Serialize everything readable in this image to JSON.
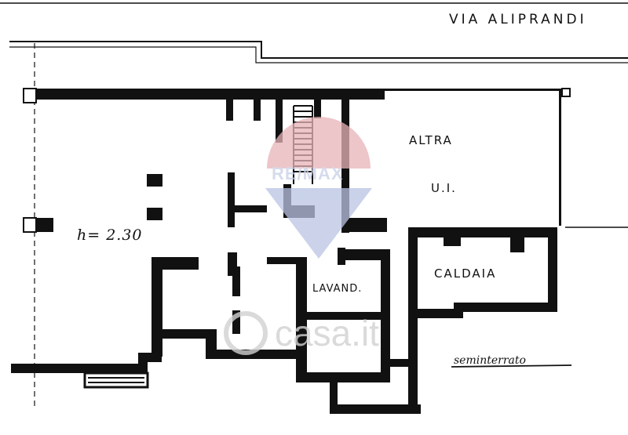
{
  "street_label": "VIA ALIPRANDI",
  "rooms": {
    "altra_line1": "ALTRA",
    "altra_line2": "U.I.",
    "caldaia": "CALDAIA",
    "lavanderia": "LAVAND."
  },
  "height_note": "h= 2.30",
  "level_caption": "seminterrato",
  "watermarks": {
    "agency": "RE/MAX",
    "site": "casa.it"
  },
  "colors": {
    "wall": "#111111",
    "paper": "#ffffff",
    "remax_red": "#e8b4b8",
    "remax_blue": "#b9c3e3"
  }
}
